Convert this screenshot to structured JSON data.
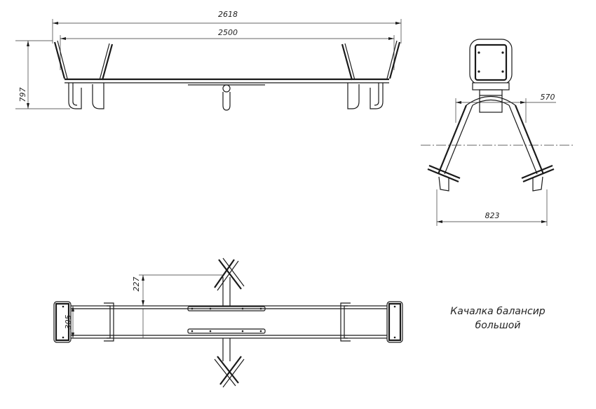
{
  "title_line1": "Качалка балансир",
  "title_line2": "большой",
  "dimensions": {
    "overall_length": "2618",
    "seat_length": "2500",
    "height": "797",
    "handle_width": "570",
    "foot_width": "823",
    "handle_offset": "227",
    "seat_width": "305"
  }
}
